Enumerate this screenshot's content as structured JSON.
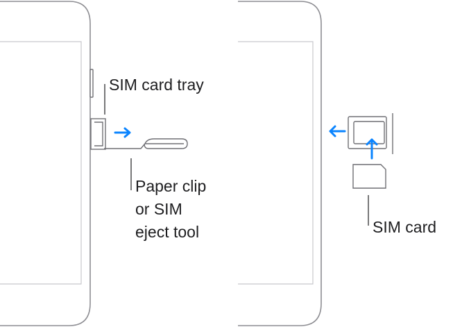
{
  "labels": {
    "sim_card_tray": "SIM card tray",
    "paper_clip_line1": "Paper clip",
    "paper_clip_line2": "or SIM",
    "paper_clip_line3": "eject tool",
    "sim_card": "SIM card"
  },
  "colors": {
    "arrow": "#0a84ff",
    "outline": "#8e8e93",
    "text": "#1d1d1f"
  },
  "icons": {
    "insert_arrow": "arrow-right-icon",
    "remove_arrow": "arrow-left-icon",
    "place_arrow": "arrow-up-icon"
  }
}
